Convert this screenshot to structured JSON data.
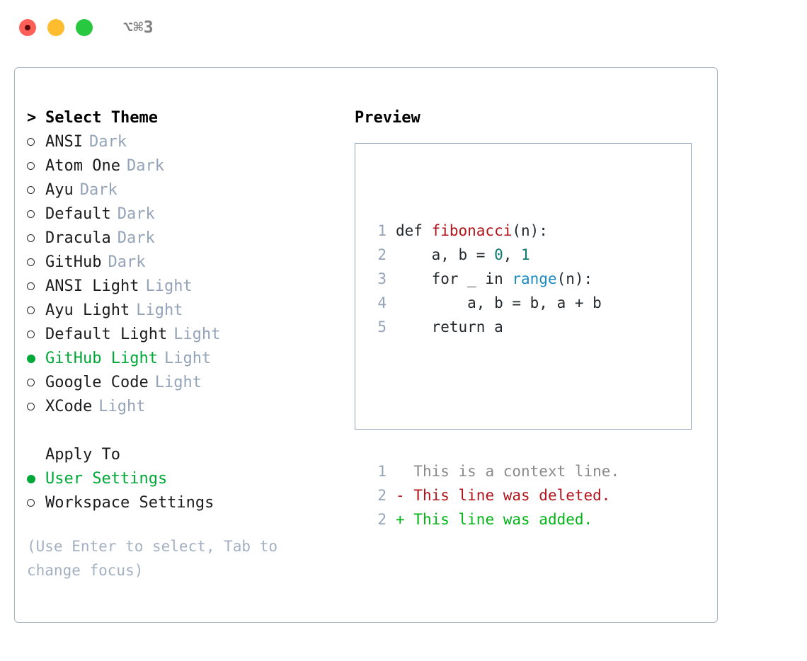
{
  "titlebar": {
    "shortcut": "⌥⌘3",
    "lights": [
      "close-button",
      "minimize-button",
      "maximize-button"
    ]
  },
  "left": {
    "heading_marker": ">",
    "heading": "Select Theme",
    "themes": [
      {
        "name": "ANSI",
        "badge": "Dark",
        "selected": false
      },
      {
        "name": "Atom One",
        "badge": "Dark",
        "selected": false
      },
      {
        "name": "Ayu",
        "badge": "Dark",
        "selected": false
      },
      {
        "name": "Default",
        "badge": "Dark",
        "selected": false
      },
      {
        "name": "Dracula",
        "badge": "Dark",
        "selected": false
      },
      {
        "name": "GitHub",
        "badge": "Dark",
        "selected": false
      },
      {
        "name": "ANSI Light",
        "badge": "Light",
        "selected": false
      },
      {
        "name": "Ayu Light",
        "badge": "Light",
        "selected": false
      },
      {
        "name": "Default Light",
        "badge": "Light",
        "selected": false
      },
      {
        "name": "GitHub Light",
        "badge": "Light",
        "selected": true
      },
      {
        "name": "Google Code",
        "badge": "Light",
        "selected": false
      },
      {
        "name": "XCode",
        "badge": "Light",
        "selected": false
      }
    ],
    "apply_to_heading": "Apply To",
    "apply_to": [
      {
        "name": "User Settings",
        "selected": true
      },
      {
        "name": "Workspace Settings",
        "selected": false
      }
    ],
    "hint": "(Use Enter to select, Tab to change focus)"
  },
  "right": {
    "title": "Preview",
    "code_lines": [
      {
        "num": "1",
        "parts": [
          {
            "text": "def ",
            "token": "plain"
          },
          {
            "text": "fibonacci",
            "token": "fn"
          },
          {
            "text": "(n):",
            "token": "plain"
          }
        ]
      },
      {
        "num": "2",
        "parts": [
          {
            "text": "    a, b = ",
            "token": "plain"
          },
          {
            "text": "0",
            "token": "num"
          },
          {
            "text": ", ",
            "token": "plain"
          },
          {
            "text": "1",
            "token": "num"
          }
        ]
      },
      {
        "num": "3",
        "parts": [
          {
            "text": "    for _ in ",
            "token": "plain"
          },
          {
            "text": "range",
            "token": "call"
          },
          {
            "text": "(n):",
            "token": "plain"
          }
        ]
      },
      {
        "num": "4",
        "parts": [
          {
            "text": "        a, b = b, a + b",
            "token": "plain"
          }
        ]
      },
      {
        "num": "5",
        "parts": [
          {
            "text": "    return a",
            "token": "plain"
          }
        ]
      }
    ],
    "diff_lines": [
      {
        "num": "1",
        "sign": " ",
        "text": "This is a context line.",
        "kind": "ctx"
      },
      {
        "num": "2",
        "sign": "-",
        "text": "This line was deleted.",
        "kind": "del"
      },
      {
        "num": "2",
        "sign": "+",
        "text": "This line was added.",
        "kind": "add"
      }
    ]
  },
  "colors": {
    "selected_green": "#00a838",
    "muted": "#94a3b8",
    "border": "#a9b4c2",
    "fn_red": "#b3131a",
    "num_teal": "#0d7a73",
    "call_blue": "#1a8ac0",
    "diff_add": "#00b515",
    "diff_del": "#b3131a"
  }
}
